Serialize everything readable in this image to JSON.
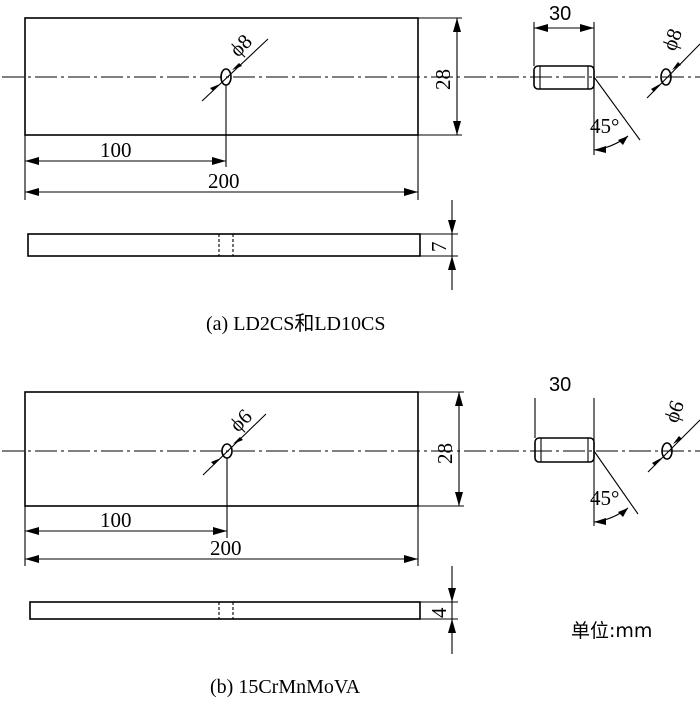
{
  "part_a": {
    "hole_dia": "ϕ8",
    "height": "28",
    "half_length": "100",
    "length": "200",
    "thickness": "7",
    "pin_length": "30",
    "pin_dia": "ϕ8",
    "angle": "45°",
    "caption": "(a) LD2CS和LD10CS"
  },
  "part_b": {
    "hole_dia": "ϕ6",
    "height": "28",
    "half_length": "100",
    "length": "200",
    "thickness": "4",
    "pin_length": "30",
    "pin_dia": "ϕ6",
    "angle": "45°",
    "caption": "(b) 15CrMnMoVA"
  },
  "unit_note": "单位:mm"
}
